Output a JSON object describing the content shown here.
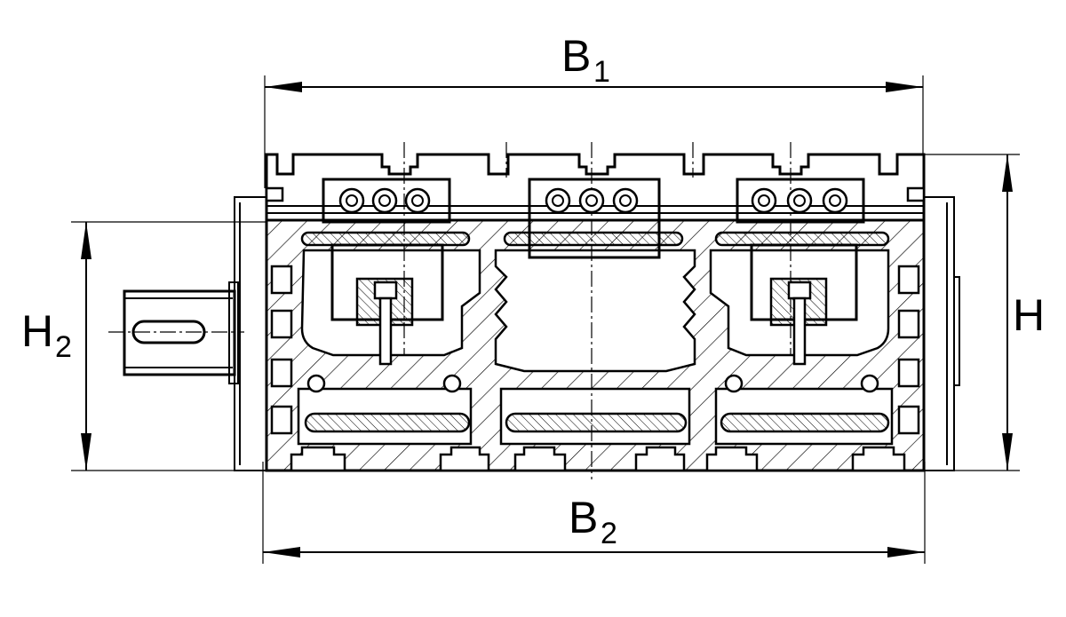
{
  "dimensions": {
    "b1": {
      "main": "B",
      "sub": "1"
    },
    "b2": {
      "main": "B",
      "sub": "2"
    },
    "h": {
      "main": "H"
    },
    "h2": {
      "main": "H",
      "sub": "2"
    }
  },
  "colors": {
    "line": "#000000",
    "background": "#ffffff"
  }
}
